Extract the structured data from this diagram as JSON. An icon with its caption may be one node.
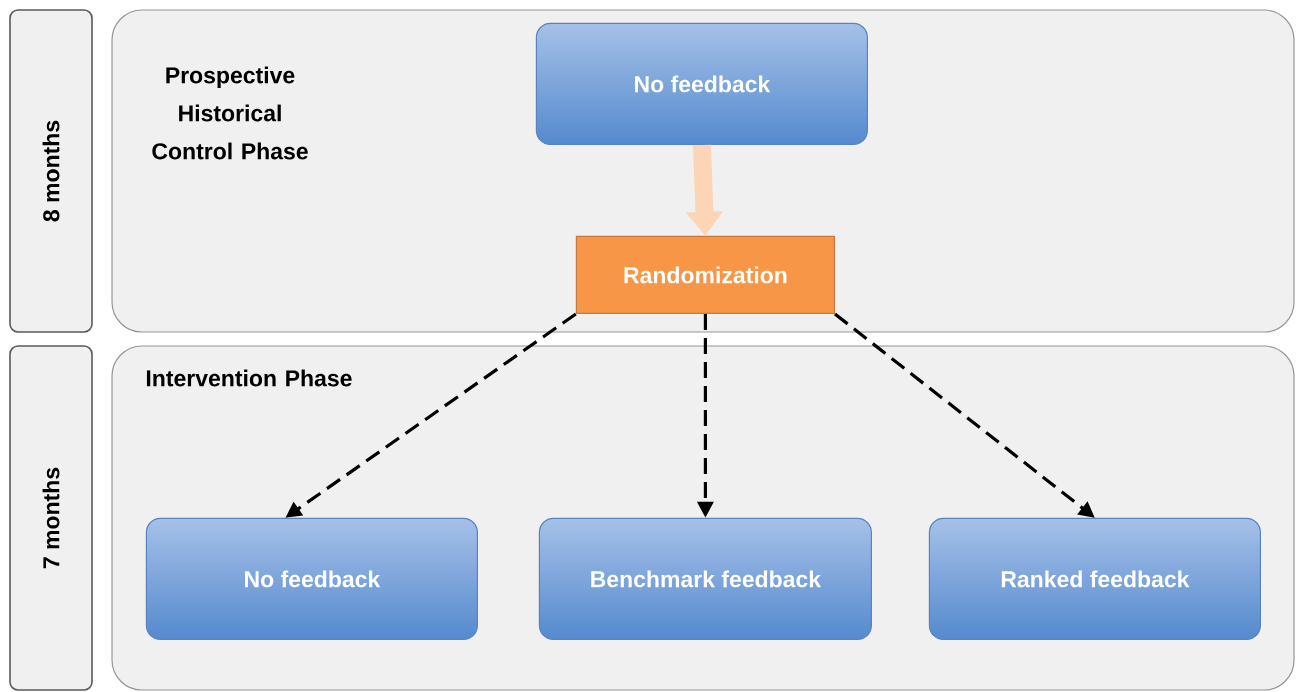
{
  "diagram": {
    "nodes": [
      {
        "text": [
          "8 months"
        ]
      },
      {
        "text": [
          "Prospective Historical Control Phase"
        ]
      },
      {
        "text": [
          "No feedback"
        ],
        "in": 1
      },
      {
        "text": [
          "Randomization"
        ],
        "in": 1
      },
      {
        "text": [
          "7 months"
        ]
      },
      {
        "text": [
          "Intervention Phase"
        ]
      },
      {
        "text": [
          "No feedback"
        ],
        "in": 5
      },
      {
        "text": [
          "Benchmark feedback"
        ],
        "in": 5
      },
      {
        "text": [
          "Ranked feedback"
        ],
        "in": 5
      }
    ],
    "edges": [
      {
        "from": 2,
        "to": 3,
        "arrow": "to",
        "style": "thick",
        "color": "#fbd5b5"
      },
      {
        "from": 3,
        "to": 6,
        "arrow": "to",
        "style": "dashed"
      },
      {
        "from": 3,
        "to": 7,
        "arrow": "to",
        "style": "dashed"
      },
      {
        "from": 3,
        "to": 8,
        "arrow": "to",
        "style": "dashed"
      }
    ]
  }
}
